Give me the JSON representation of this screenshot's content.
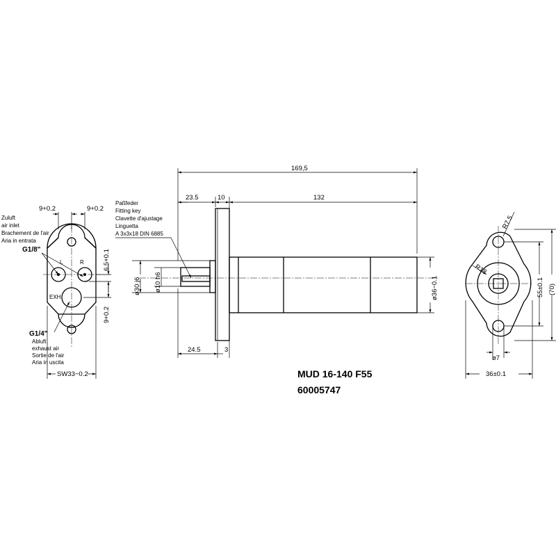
{
  "drawing": {
    "model": "MUD 16-140 F55",
    "part_number": "60005747"
  },
  "left_view": {
    "dim_left_hole": "9+0.2",
    "dim_right_hole": "9+0.2",
    "dim_right_vertical": "6.5+0.1",
    "dim_lower_vertical": "9+0.2",
    "dim_bottom_width": "SW33−0.2",
    "supply_label": [
      "Zuluft",
      "air inlet",
      "Brachement de l'air",
      "Aria in entrata"
    ],
    "supply_thread": "G1/8\"",
    "exhaust_thread": "G1/4\"",
    "exhaust_label": [
      "Abluft",
      "exhaust air",
      "Sortie de l'air",
      "Aria in uscita"
    ],
    "port_l": "L",
    "port_r": "R",
    "port_exh": "EXH"
  },
  "middle_view": {
    "dim_total_length": "169,5",
    "dim_front": "23.5",
    "dim_flange": "10",
    "dim_shaft": "132",
    "dim_bottom_left": "24.5",
    "dim_bottom_right": "3",
    "dim_pilot_dia": "ø30 j6",
    "dim_shaft_dia": "ø10 h6",
    "dim_body_dia": "ø36−0.1",
    "key_note": [
      "Paßfeder",
      "Fitting key",
      "Clavette d'ajustage",
      "Linguetta",
      "A 3x3x18 DIN 6885"
    ]
  },
  "right_view": {
    "dim_corner_radius": "R7.5",
    "dim_center_radius": "R18",
    "dim_hole_spacing": "55±0.1",
    "dim_total_height": "(70)",
    "dim_hole_dia": "ø7",
    "dim_width": "36±0.1"
  }
}
